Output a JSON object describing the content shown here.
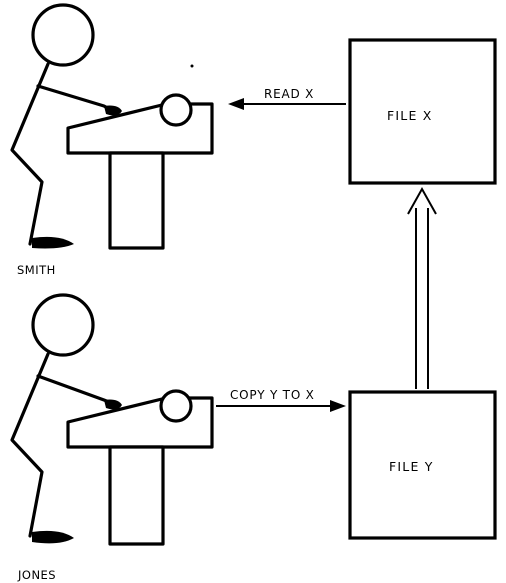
{
  "people": [
    {
      "id": "smith",
      "label": "SMITH"
    },
    {
      "id": "jones",
      "label": "JONES"
    }
  ],
  "files": [
    {
      "id": "file-x",
      "label": "FILE  X"
    },
    {
      "id": "file-y",
      "label": "FILE  Y"
    }
  ],
  "flows": [
    {
      "id": "read-x",
      "label": "READ  X",
      "from": "file-x",
      "to": "smith"
    },
    {
      "id": "copy-y-to-x",
      "label": "COPY  Y  TO  X",
      "from": "jones",
      "to": "file-y"
    },
    {
      "id": "y-to-x",
      "label": "",
      "from": "file-y",
      "to": "file-x"
    }
  ],
  "colors": {
    "ink": "#000000",
    "background": "#ffffff"
  }
}
